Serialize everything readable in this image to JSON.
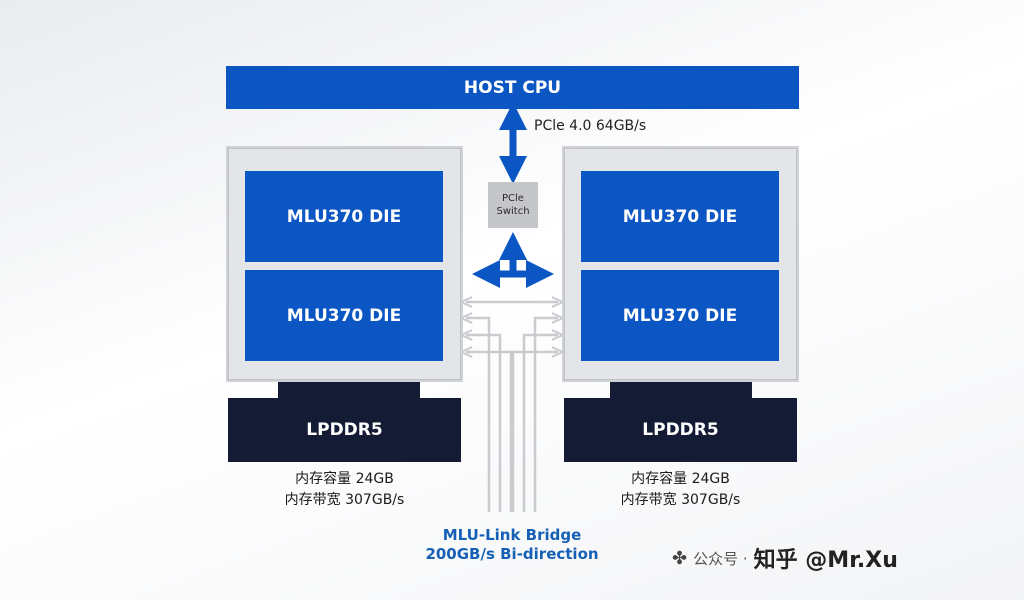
{
  "host": {
    "label": "HOST CPU"
  },
  "pcie": {
    "link_label": "PCle 4.0 64GB/s",
    "switch_line1": "PCle",
    "switch_line2": "Switch"
  },
  "left_package": {
    "die_top": "MLU370 DIE",
    "die_bottom": "MLU370 DIE",
    "memory": "LPDDR5",
    "capacity": "内存容量 24GB",
    "bandwidth": "内存带宽 307GB/s"
  },
  "right_package": {
    "die_top": "MLU370 DIE",
    "die_bottom": "MLU370 DIE",
    "memory": "LPDDR5",
    "capacity": "内存容量 24GB",
    "bandwidth": "内存带宽 307GB/s"
  },
  "bridge": {
    "line1": "MLU-Link Bridge",
    "line2": "200GB/s Bi-direction"
  },
  "watermark": {
    "icon": "wechat-icon",
    "account": "公众号 · ",
    "site": "知乎 @Mr.Xu"
  },
  "colors": {
    "die_blue": "#0b56c2",
    "memory_navy": "#141b35",
    "arrow_blue": "#0b56c2",
    "bridge_text": "#1560b5"
  }
}
